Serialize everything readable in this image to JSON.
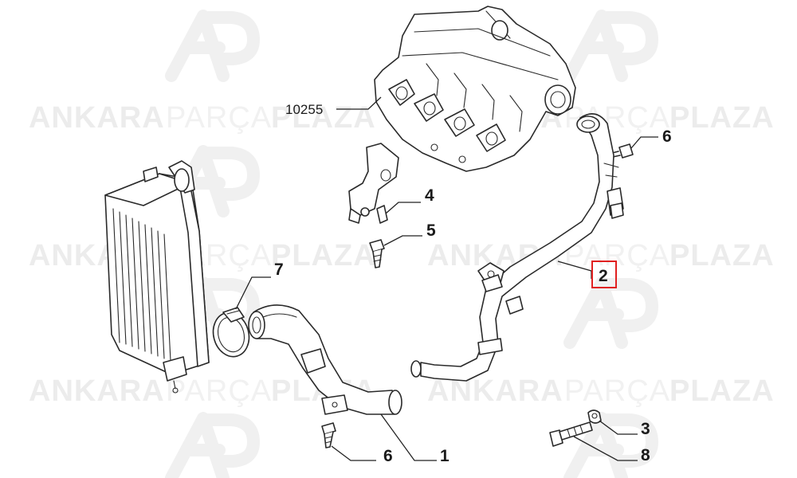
{
  "watermark": {
    "word1": "ANKARA",
    "word2": "PARÇA",
    "word3": "PLAZA",
    "logo_text": "AP",
    "color": "#ececec"
  },
  "diagram": {
    "highlight_color": "#e02020",
    "callouts": {
      "manifold": "10255",
      "pipe_main": "2",
      "bolt_top": "6",
      "bracket": "4",
      "bolt_mid": "5",
      "clamp": "7",
      "hose_left": "1",
      "bolt_bottom": "6",
      "nut": "3",
      "bolt_long": "8"
    }
  }
}
